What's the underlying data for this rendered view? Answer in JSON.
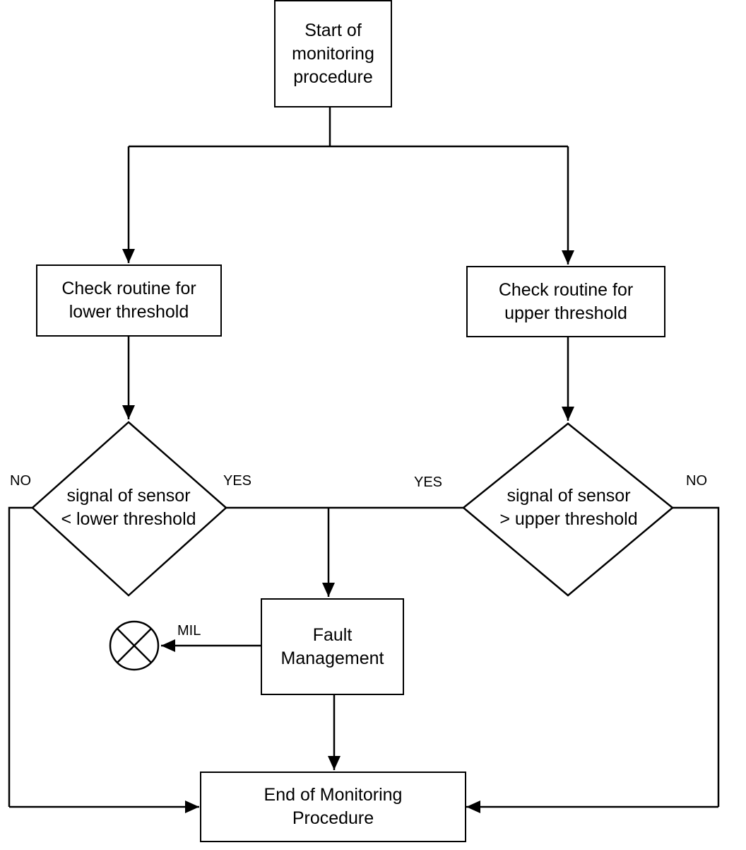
{
  "nodes": {
    "start": "Start of\nmonitoring\nprocedure",
    "check_lower": "Check routine for\nlower threshold",
    "check_upper": "Check routine for\nupper threshold",
    "decision_lower": "signal of sensor\n< lower threshold",
    "decision_upper": "signal of sensor\n> upper threshold",
    "fault": "Fault\nManagement",
    "end": "End of Monitoring\nProcedure"
  },
  "labels": {
    "no_left": "NO",
    "yes_left": "YES",
    "yes_right": "YES",
    "no_right": "NO",
    "mil": "MIL"
  },
  "colors": {
    "stroke": "#000000",
    "background": "#ffffff"
  }
}
